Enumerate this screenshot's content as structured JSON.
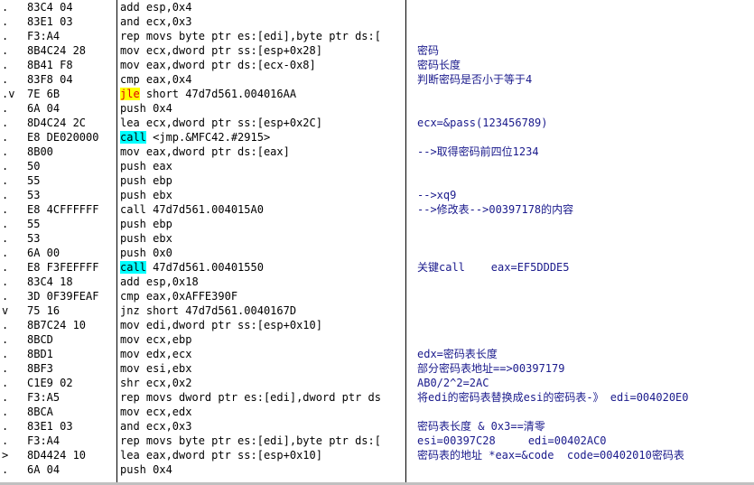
{
  "colors": {
    "jle_bg": "#ffff00",
    "jle_fg": "#e00000",
    "call_bg": "#00ffff",
    "comment": "#1a1a8c"
  },
  "rows": [
    {
      "marker": ".",
      "hex": "83C4 04",
      "mnemonic": "",
      "operands": "add esp,0x4",
      "comment": ""
    },
    {
      "marker": ".",
      "hex": "83E1 03",
      "mnemonic": "",
      "operands": "and ecx,0x3",
      "comment": ""
    },
    {
      "marker": ".",
      "hex": "F3:A4",
      "mnemonic": "",
      "operands": "rep movs byte ptr es:[edi],byte ptr ds:[",
      "comment": ""
    },
    {
      "marker": ".",
      "hex": "8B4C24 28",
      "mnemonic": "",
      "operands": "mov ecx,dword ptr ss:[esp+0x28]",
      "comment": "密码"
    },
    {
      "marker": ".",
      "hex": "8B41 F8",
      "mnemonic": "",
      "operands": "mov eax,dword ptr ds:[ecx-0x8]",
      "comment": "密码长度"
    },
    {
      "marker": ".",
      "hex": "83F8 04",
      "mnemonic": "",
      "operands": "cmp eax,0x4",
      "comment": "判断密码是否小于等于4"
    },
    {
      "marker": ".v",
      "hex": "7E 6B",
      "mnemonic": "jle",
      "operands": " short 47d7d561.004016AA",
      "comment": ""
    },
    {
      "marker": ".",
      "hex": "6A 04",
      "mnemonic": "",
      "operands": "push 0x4",
      "comment": ""
    },
    {
      "marker": ".",
      "hex": "8D4C24 2C",
      "mnemonic": "",
      "operands": "lea ecx,dword ptr ss:[esp+0x2C]",
      "comment": "ecx=&pass(123456789)"
    },
    {
      "marker": ".",
      "hex": "E8 DE020000",
      "mnemonic": "call",
      "operands": " <jmp.&MFC42.#2915>",
      "comment": ""
    },
    {
      "marker": ".",
      "hex": "8B00",
      "mnemonic": "",
      "operands": "mov eax,dword ptr ds:[eax]",
      "comment": "-->取得密码前四位1234"
    },
    {
      "marker": ".",
      "hex": "50",
      "mnemonic": "",
      "operands": "push eax",
      "comment": ""
    },
    {
      "marker": ".",
      "hex": "55",
      "mnemonic": "",
      "operands": "push ebp",
      "comment": ""
    },
    {
      "marker": ".",
      "hex": "53",
      "mnemonic": "",
      "operands": "push ebx",
      "comment": "-->xq9"
    },
    {
      "marker": ".",
      "hex": "E8 4CFFFFFF",
      "mnemonic": "",
      "operands": "call 47d7d561.004015A0",
      "comment": "-->修改表-->00397178的内容"
    },
    {
      "marker": ".",
      "hex": "55",
      "mnemonic": "",
      "operands": "push ebp",
      "comment": ""
    },
    {
      "marker": ".",
      "hex": "53",
      "mnemonic": "",
      "operands": "push ebx",
      "comment": ""
    },
    {
      "marker": ".",
      "hex": "6A 00",
      "mnemonic": "",
      "operands": "push 0x0",
      "comment": ""
    },
    {
      "marker": ".",
      "hex": "E8 F3FEFFFF",
      "mnemonic": "call",
      "operands": " 47d7d561.00401550",
      "comment": "关键call    eax=EF5DDDE5"
    },
    {
      "marker": ".",
      "hex": "83C4 18",
      "mnemonic": "",
      "operands": "add esp,0x18",
      "comment": ""
    },
    {
      "marker": ".",
      "hex": "3D 0F39FEAF",
      "mnemonic": "",
      "operands": "cmp eax,0xAFFE390F",
      "comment": ""
    },
    {
      "marker": "v",
      "hex": "75 16",
      "mnemonic": "",
      "operands": "jnz short 47d7d561.0040167D",
      "comment": ""
    },
    {
      "marker": ".",
      "hex": "8B7C24 10",
      "mnemonic": "",
      "operands": "mov edi,dword ptr ss:[esp+0x10]",
      "comment": ""
    },
    {
      "marker": ".",
      "hex": "8BCD",
      "mnemonic": "",
      "operands": "mov ecx,ebp",
      "comment": ""
    },
    {
      "marker": ".",
      "hex": "8BD1",
      "mnemonic": "",
      "operands": "mov edx,ecx",
      "comment": "edx=密码表长度"
    },
    {
      "marker": ".",
      "hex": "8BF3",
      "mnemonic": "",
      "operands": "mov esi,ebx",
      "comment": "部分密码表地址==>00397179"
    },
    {
      "marker": ".",
      "hex": "C1E9 02",
      "mnemonic": "",
      "operands": "shr ecx,0x2",
      "comment": "AB0/2^2=2AC"
    },
    {
      "marker": ".",
      "hex": "F3:A5",
      "mnemonic": "",
      "operands": "rep movs dword ptr es:[edi],dword ptr ds",
      "comment": "将edi的密码表替换成esi的密码表-》 edi=004020E0"
    },
    {
      "marker": ".",
      "hex": "8BCA",
      "mnemonic": "",
      "operands": "mov ecx,edx",
      "comment": ""
    },
    {
      "marker": ".",
      "hex": "83E1 03",
      "mnemonic": "",
      "operands": "and ecx,0x3",
      "comment": "密码表长度 & 0x3==清零"
    },
    {
      "marker": ".",
      "hex": "F3:A4",
      "mnemonic": "",
      "operands": "rep movs byte ptr es:[edi],byte ptr ds:[",
      "comment": "esi=00397C28     edi=00402AC0"
    },
    {
      "marker": ">",
      "hex": "8D4424 10",
      "mnemonic": "",
      "operands": "lea eax,dword ptr ss:[esp+0x10]",
      "comment": "密码表的地址 *eax=&code  code=00402010密码表"
    },
    {
      "marker": ".",
      "hex": "6A 04",
      "mnemonic": "",
      "operands": "push 0x4",
      "comment": ""
    }
  ]
}
